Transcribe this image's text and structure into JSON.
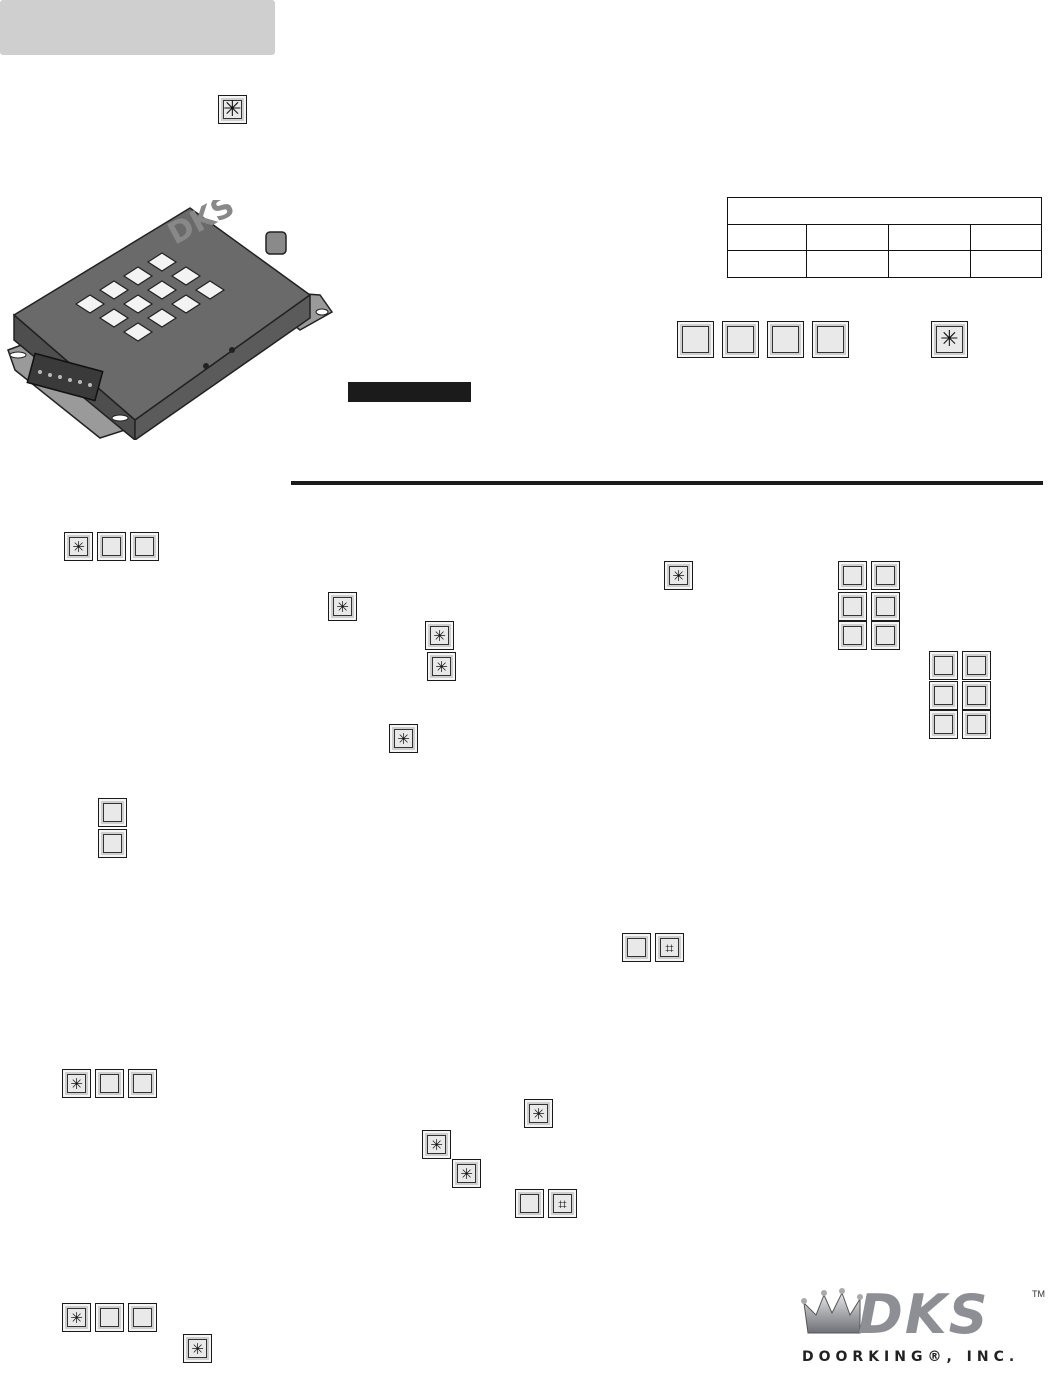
{
  "keypad": {
    "star_glyph": "✳",
    "hash_glyph": "⌗"
  },
  "logo": {
    "name": "DKS",
    "tagline": "DOORKING®, INC.",
    "tm": "TM"
  },
  "illustration": {
    "brand": "DKS"
  }
}
